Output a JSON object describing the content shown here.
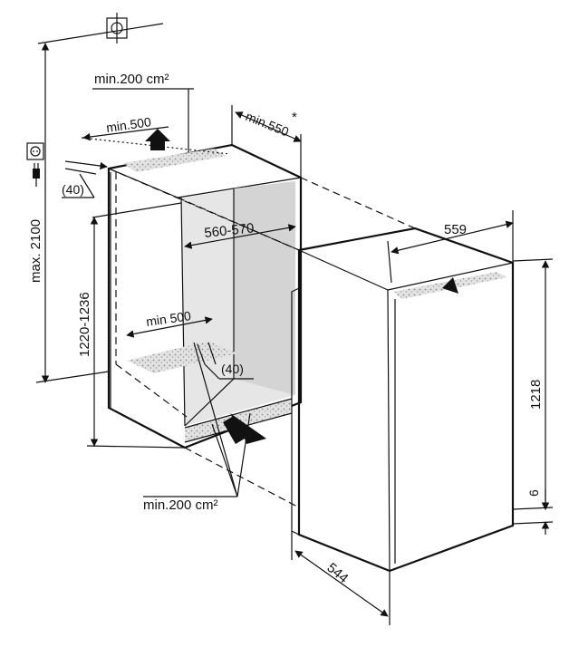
{
  "labels": {
    "vent_top": "min.200 cm²",
    "vent_bottom": "min.200 cm²",
    "depth_top": "min.500",
    "depth_bottom": "min 500",
    "gap_top": "(40)",
    "gap_bottom": "(40)",
    "niche_depth": "min.550",
    "niche_depth_mark": "*",
    "niche_width": "560-570",
    "niche_height": "1220-1236",
    "max_height": "max. 2100",
    "appliance_width": "559",
    "appliance_height": "1218",
    "appliance_depth": "544",
    "foot_height": "6"
  },
  "icons": {
    "top_symbol": "crosshair-icon",
    "socket": "socket-icon",
    "plug": "plug-icon"
  }
}
